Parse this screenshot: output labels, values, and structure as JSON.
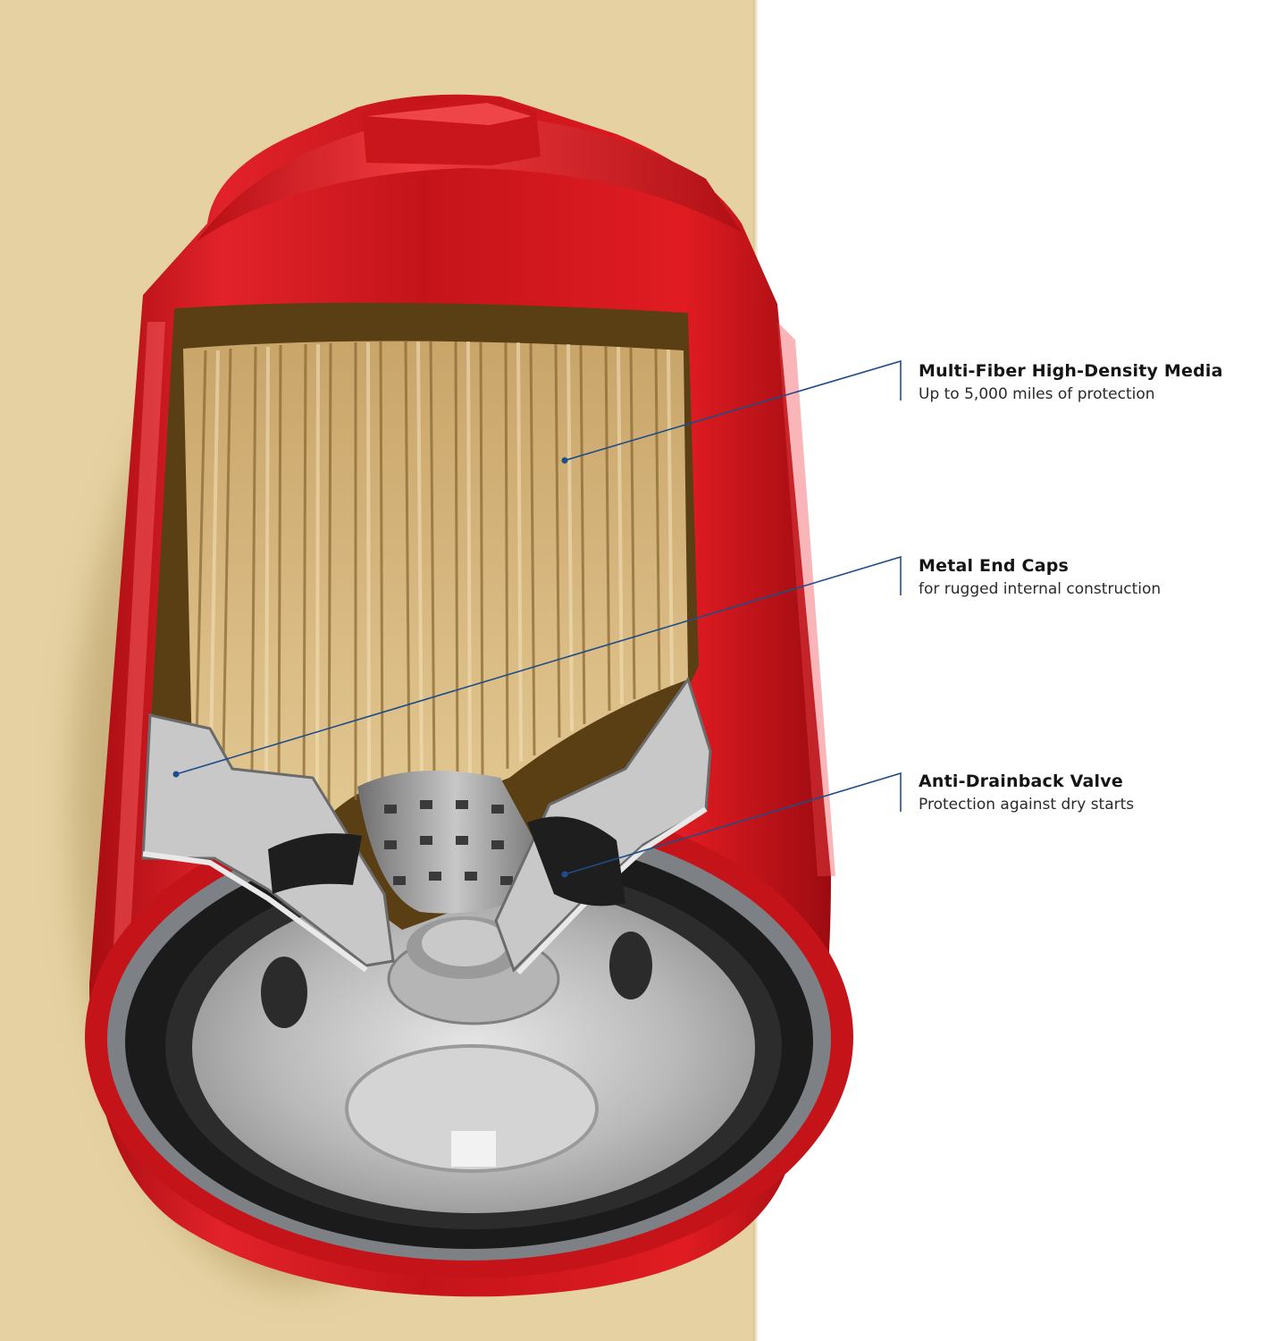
{
  "callouts": [
    {
      "title": "Multi-Fiber High-Density Media",
      "subtitle": "Up to 5,000 miles of protection"
    },
    {
      "title": "Metal End Caps",
      "subtitle": "for rugged internal construction"
    },
    {
      "title": "Anti-Drainback Valve",
      "subtitle": "Protection against dry starts"
    }
  ],
  "colors": {
    "wall": "#e5d1a2",
    "housing_red": "#d8161c",
    "media_tan": "#d9bd86",
    "metal_gray": "#bdbdbd",
    "gasket_black": "#1b1b1b",
    "leader_line_blue": "#1f4d8a"
  }
}
